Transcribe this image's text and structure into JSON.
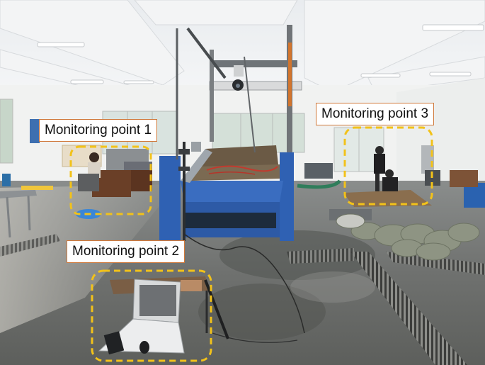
{
  "annotations": {
    "point1": "Monitoring point 1",
    "point2": "Monitoring point 2",
    "point3": "Monitoring point 3"
  },
  "colors": {
    "label_border": "#d07a3c",
    "highlight_dash": "#f2c21a"
  }
}
